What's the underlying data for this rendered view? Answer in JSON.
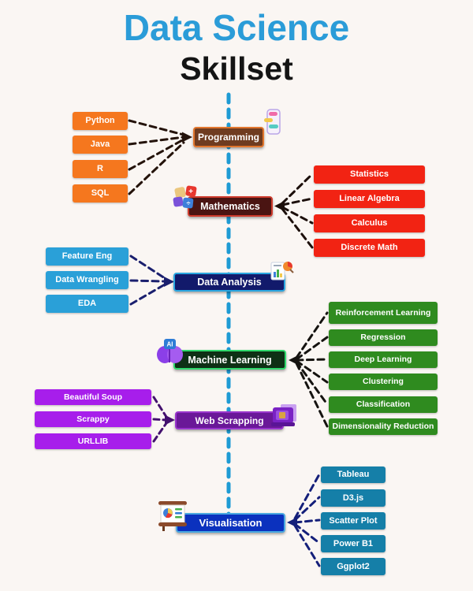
{
  "title": {
    "line1": "Data Science",
    "line2": "Skillset"
  },
  "background_color": "#FAF6F3",
  "center_line_color": "#1E9BD4",
  "title_colors": {
    "line1": "#2B9CD8",
    "line2": "#141414"
  },
  "sections": [
    {
      "id": "programming",
      "label": "Programming",
      "side": "left",
      "icon": "code-phone-icon",
      "category_fill": "#6F3C20",
      "category_border": "#E2762D",
      "leaf_fill": "#F5771E",
      "connector_color": "#24130B",
      "leaves": [
        "Python",
        "Java",
        "R",
        "SQL"
      ]
    },
    {
      "id": "mathematics",
      "label": "Mathematics",
      "side": "right",
      "icon": "math-tiles-icon",
      "category_fill": "#4A1412",
      "category_border": "#CE3A2C",
      "leaf_fill": "#F22313",
      "connector_color": "#1C0F0B",
      "leaves": [
        "Statistics",
        "Linear Algebra",
        "Calculus",
        "Discrete Math"
      ]
    },
    {
      "id": "data-analysis",
      "label": "Data Analysis",
      "side": "left",
      "icon": "report-chart-icon",
      "category_fill": "#121A6B",
      "category_border": "#2AA7E0",
      "leaf_fill": "#2AA0D8",
      "connector_color": "#1A1F6E",
      "leaves": [
        "Feature Eng",
        "Data Wrangling",
        "EDA"
      ]
    },
    {
      "id": "machine-learning",
      "label": "Machine Learning",
      "side": "right",
      "icon": "ai-brain-icon",
      "category_fill": "#0E3015",
      "category_border": "#2FD96C",
      "leaf_fill": "#2F8B1F",
      "connector_color": "#151310",
      "leaves": [
        "Reinforcement Learning",
        "Regression",
        "Deep Learning",
        "Clustering",
        "Classification",
        "Dimensionality Reduction"
      ]
    },
    {
      "id": "web-scrapping",
      "label": "Web Scrapping",
      "side": "left",
      "icon": "scraper-device-icon",
      "category_fill": "#6A1898",
      "category_border": "#9935CC",
      "leaf_fill": "#A71EEB",
      "connector_color": "#43106E",
      "leaves": [
        "Beautiful Soup",
        "Scrappy",
        "URLLIB"
      ]
    },
    {
      "id": "visualisation",
      "label": "Visualisation",
      "side": "right",
      "icon": "presentation-easel-icon",
      "category_fill": "#0B31BE",
      "category_border": "#49A8E0",
      "leaf_fill": "#157FA8",
      "connector_color": "#141F7A",
      "leaves": [
        "Tableau",
        "D3.js",
        "Scatter Plot",
        "Power B1",
        "Ggplot2"
      ]
    }
  ]
}
